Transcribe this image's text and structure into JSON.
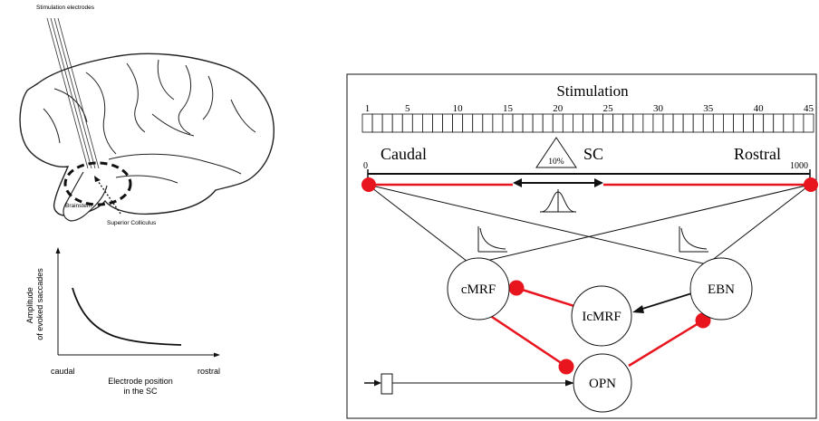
{
  "brain": {
    "electrode_label": "Stimulation electrodes",
    "brainstem_label": "Brainstem",
    "sc_label": "Superior Colliculus"
  },
  "amplitude_plot": {
    "ylabel_line1": "Amplitude",
    "ylabel_line2": "of evoked saccades",
    "x_left": "caudal",
    "x_right": "rostral",
    "xlabel_line1": "Electrode position",
    "xlabel_line2": "in the SC"
  },
  "model": {
    "stimulation_title": "Stimulation",
    "ruler_ticks": [
      "1",
      "5",
      "10",
      "15",
      "20",
      "25",
      "30",
      "35",
      "40",
      "45"
    ],
    "ruler_cells": 45,
    "caudal_label": "Caudal",
    "sc_label": "SC",
    "rostral_label": "Rostral",
    "scale_start": "0",
    "scale_end": "1000",
    "spread_label": "10%",
    "nodes": {
      "cmrf": "cMRF",
      "ebn": "EBN",
      "icmrf": "IcMRF",
      "opn": "OPN"
    },
    "colors": {
      "inhibitory": "#e8141e",
      "excitatory": "#000000"
    }
  }
}
